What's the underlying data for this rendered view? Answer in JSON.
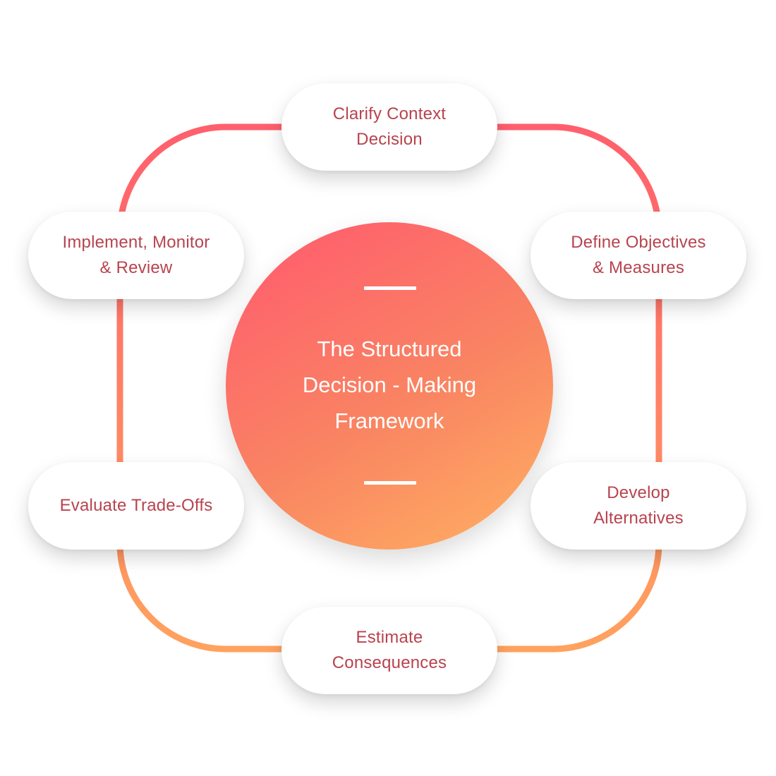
{
  "diagram": {
    "title": "The Structured\nDecision - Making\nFramework",
    "steps": [
      {
        "label": "Clarify Context\nDecision"
      },
      {
        "label": "Define Objectives\n& Measures"
      },
      {
        "label": "Develop\nAlternatives"
      },
      {
        "label": "Estimate\nConsequences"
      },
      {
        "label": "Evaluate Trade-Offs"
      },
      {
        "label": "Implement, Monitor\n& Review"
      }
    ],
    "colors": {
      "gradient_start": "#ff5f6d",
      "gradient_end": "#ffb163",
      "label_text": "#b8434e",
      "pill_background": "#ffffff"
    }
  }
}
